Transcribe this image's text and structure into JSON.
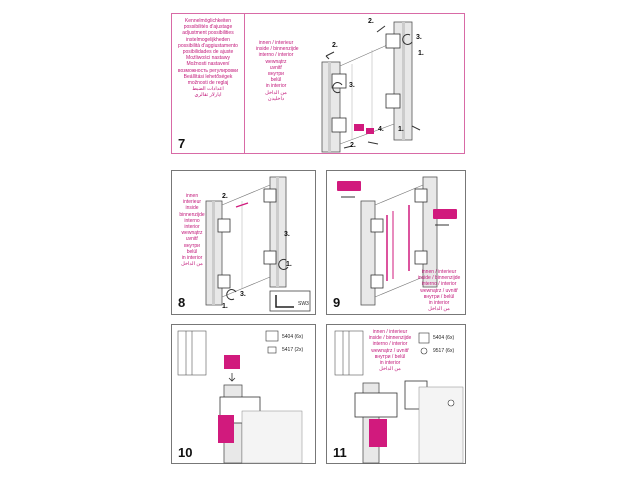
{
  "panel7": {
    "number": "7",
    "lang_list": [
      "Kennelmöglichkeiten",
      "possibilités d'ajustage",
      "adjustment possibilities",
      "instelmogelijkheden",
      "possibilità d'aggiustamento",
      "posibilidades de ajuste",
      "Możliwości nastawy",
      "Možnosti nastavení",
      "возможность регулировки",
      "Beállítási lehetőségek",
      "možnosti de reglaj",
      "اعدادات الضبط",
      "ايارلار تقالري"
    ],
    "inner_text": [
      "innen / interieur",
      "inside / binnenzijde",
      "interno / interior",
      "wewnątrz",
      "uvnitř",
      "внутри",
      "belül",
      "in interior",
      "من الداخل",
      "داخلیدن"
    ],
    "steps": [
      "1.",
      "2.",
      "2.",
      "3.",
      "3.",
      "4.",
      "2.",
      "1."
    ]
  },
  "panel8": {
    "number": "8",
    "inner_text": [
      "innen",
      "interieur",
      "inside",
      "binnenzijde",
      "interno",
      "interior",
      "wewnątrz",
      "uvnitř",
      "внутри",
      "belül",
      "in interior",
      "من الداخل"
    ],
    "steps": [
      "2.",
      "3.",
      "1.",
      "3.",
      "1."
    ],
    "tool": "SW3"
  },
  "panel9": {
    "number": "9",
    "inner_text": [
      "innen / interieur",
      "inside / binnenzijde",
      "interno / interior",
      "wewnątrz / uvnitř",
      "внутри / belül",
      "in interior",
      "من الداخل"
    ]
  },
  "panel10": {
    "number": "10",
    "parts": [
      {
        "code": "5404 (6x)"
      },
      {
        "code": "5417 (2x)"
      }
    ]
  },
  "panel11": {
    "number": "11",
    "inner_text": [
      "innen / interieur",
      "inside / binnenzijde",
      "interno / interior",
      "wewnątrz / uvnitř",
      "внутри / belül",
      "in interior",
      "من الداخل"
    ],
    "parts": [
      {
        "code": "5404 (6x)"
      },
      {
        "code": "9517 (6x)"
      }
    ]
  },
  "colors": {
    "accent": "#d11a7d",
    "line": "#555555"
  }
}
